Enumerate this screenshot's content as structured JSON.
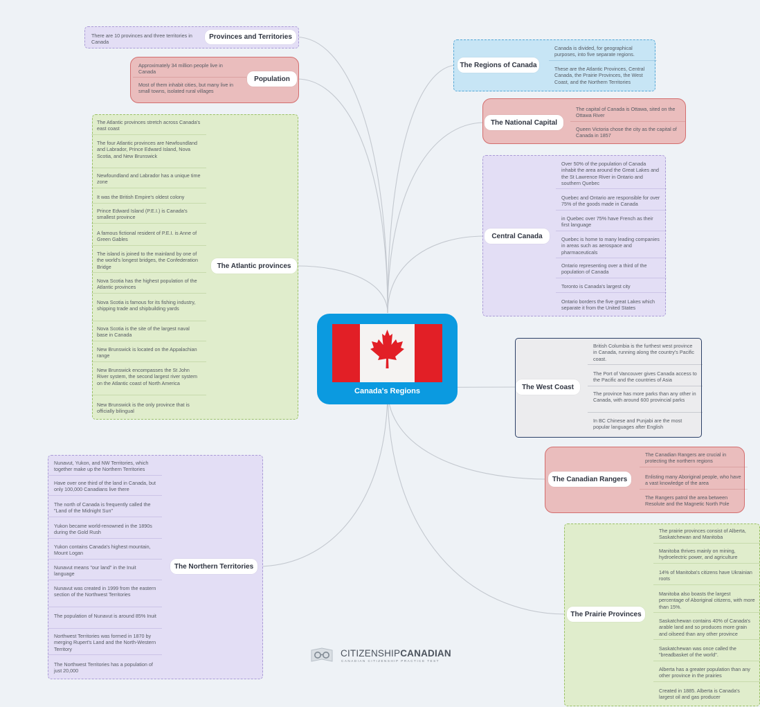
{
  "central": {
    "title": "Canada's Regions"
  },
  "logo": {
    "name_light": "CITIZENSHIP",
    "name_bold": "CANADIAN",
    "tagline": "CANADIAN CITIZENSHIP PRACTICE TEST"
  },
  "colors": {
    "central": "#0b9ae0",
    "flag_red": "#e21f26",
    "purple": "#e3def5",
    "blue": "#c7e5f5",
    "green": "#e0edcc",
    "red": "#eabdbd",
    "gray": "#ececee",
    "link": "#c3c8cf"
  },
  "topics": [
    {
      "id": "provinces-territories",
      "title": "Provinces and Territories",
      "style": "purple",
      "items": [
        "There are 10 provinces and three territories in Canada"
      ]
    },
    {
      "id": "population",
      "title": "Population",
      "style": "red",
      "items": [
        "Approximately 34 million people live in Canada",
        "Most of them inhabit cities, but many live in small towns, isolated rural villages"
      ]
    },
    {
      "id": "atlantic-provinces",
      "title": "The Atlantic provinces",
      "style": "green",
      "items": [
        "The Atlantic provinces stretch across Canada's east coast",
        "The four Atlantic provinces are Newfoundland and Labrador, Prince Edward Island, Nova Scotia, and New Brunswick",
        "Newfoundland and Labrador has a unique time zone",
        "It was the British Empire's oldest colony",
        "Prince Edward Island (P.E.I.) is Canada's smallest province",
        "A famous fictional resident of P.E.I. is Anne of Green Gables",
        "The island is joined to the mainland by one of the world's longest bridges, the Confederation Bridge",
        "Nova Scotia has the highest population of the Atlantic provinces",
        "Nova Scotia is famous for its fishing industry, shipping trade and shipbuilding yards",
        "Nova Scotia is the site of the largest naval base in Canada",
        "New Brunswick is located on the Appalachian range",
        "New Brunswick encompasses the St John River system, the second largest river system on the Atlantic coast of North America",
        "New Brunswick is the only province that is officially bilingual"
      ]
    },
    {
      "id": "northern-territories",
      "title": "The Northern Territories",
      "style": "purple",
      "items": [
        "Nunavut, Yukon, and NW Territories, which together make up the Northern Territories",
        "Have over one third of the land in Canada, but only 100,000 Canadians live there",
        "The north of Canada is frequently called the \"Land of the Midnight Sun\"",
        "Yukon became world-renowned in the 1890s during the Gold Rush",
        "Yukon contains Canada's highest mountain, Mount Logan",
        "Nunavut means \"our land\" in the Inuit language",
        "Nunavut was created in 1999 from the eastern section of the Northwest Territories",
        "The population of Nunavut is around 85% Inuit",
        "Northwest Territories was formed in 1870 by merging Rupert's Land and the North-Western Territory",
        "The Northwest Territories has a population of just 20,000"
      ]
    },
    {
      "id": "regions-of-canada",
      "title": "The Regions of Canada",
      "style": "blue",
      "items": [
        "Canada is divided, for geographical purposes, into five separate regions.",
        "These are the Atlantic Provinces, Central Canada, the Prairie Provinces, the West Coast, and the Northern Territories"
      ]
    },
    {
      "id": "national-capital",
      "title": "The National Capital",
      "style": "red",
      "items": [
        "The capital of Canada is Ottawa, sited on the Ottawa River",
        "Queen Victoria chose the city as the capital of Canada in 1857"
      ]
    },
    {
      "id": "central-canada",
      "title": "Central Canada",
      "style": "purple",
      "items": [
        "Over 50% of the population of Canada inhabit the area around the Great Lakes and the St Lawrence River in Ontario and southern Quebec",
        "Quebec and Ontario are responsible for over 75% of the goods made in Canada",
        "in Quebec over 75% have French as their first language",
        "Quebec is home to many leading companies in areas such as aerospace and pharmaceuticals",
        "Ontario representing over a third of the population of Canada",
        "Toronto is Canada's largest city",
        "Ontario borders the five great Lakes which separate it from the United States"
      ]
    },
    {
      "id": "west-coast",
      "title": "The West Coast",
      "style": "gray",
      "items": [
        "British Columbia is the furthest west province in Canada, running along the country's Pacific coast.",
        "The Port of Vancouver gives Canada access to the Pacific and the countries of Asia",
        "The province has more parks than any other in Canada, with around 600 provincial parks",
        "In BC Chinese and Punjabi are the most popular languages after English"
      ]
    },
    {
      "id": "canadian-rangers",
      "title": "The Canadian Rangers",
      "style": "red",
      "items": [
        "The Canadian Rangers are crucial in protecting the northern regions",
        "Enlisting many Aboriginal people, who have a vast knowledge of the area",
        "The Rangers patrol the area between Resolute and the Magnetic North Pole"
      ]
    },
    {
      "id": "prairie-provinces",
      "title": "The Prairie Provinces",
      "style": "green",
      "items": [
        "The prairie provinces consist of Alberta, Saskatchewan and Manitoba",
        "Manitoba thrives mainly on mining, hydroelectric power, and agriculture",
        "14% of Manitoba's citizens have Ukrainian roots",
        "Manitoba also boasts the largest percentage of Aboriginal citizens, with more than 15%.",
        "Saskatchewan contains 40% of Canada's arable land and so produces more grain and oilseed than any other province",
        "Saskatchewan was once called the \"breadbasket of the world\".",
        "Alberta has a greater population than any other province in the prairies",
        "Created in 1885. Alberta is Canada's largest oil and gas producer"
      ]
    }
  ]
}
